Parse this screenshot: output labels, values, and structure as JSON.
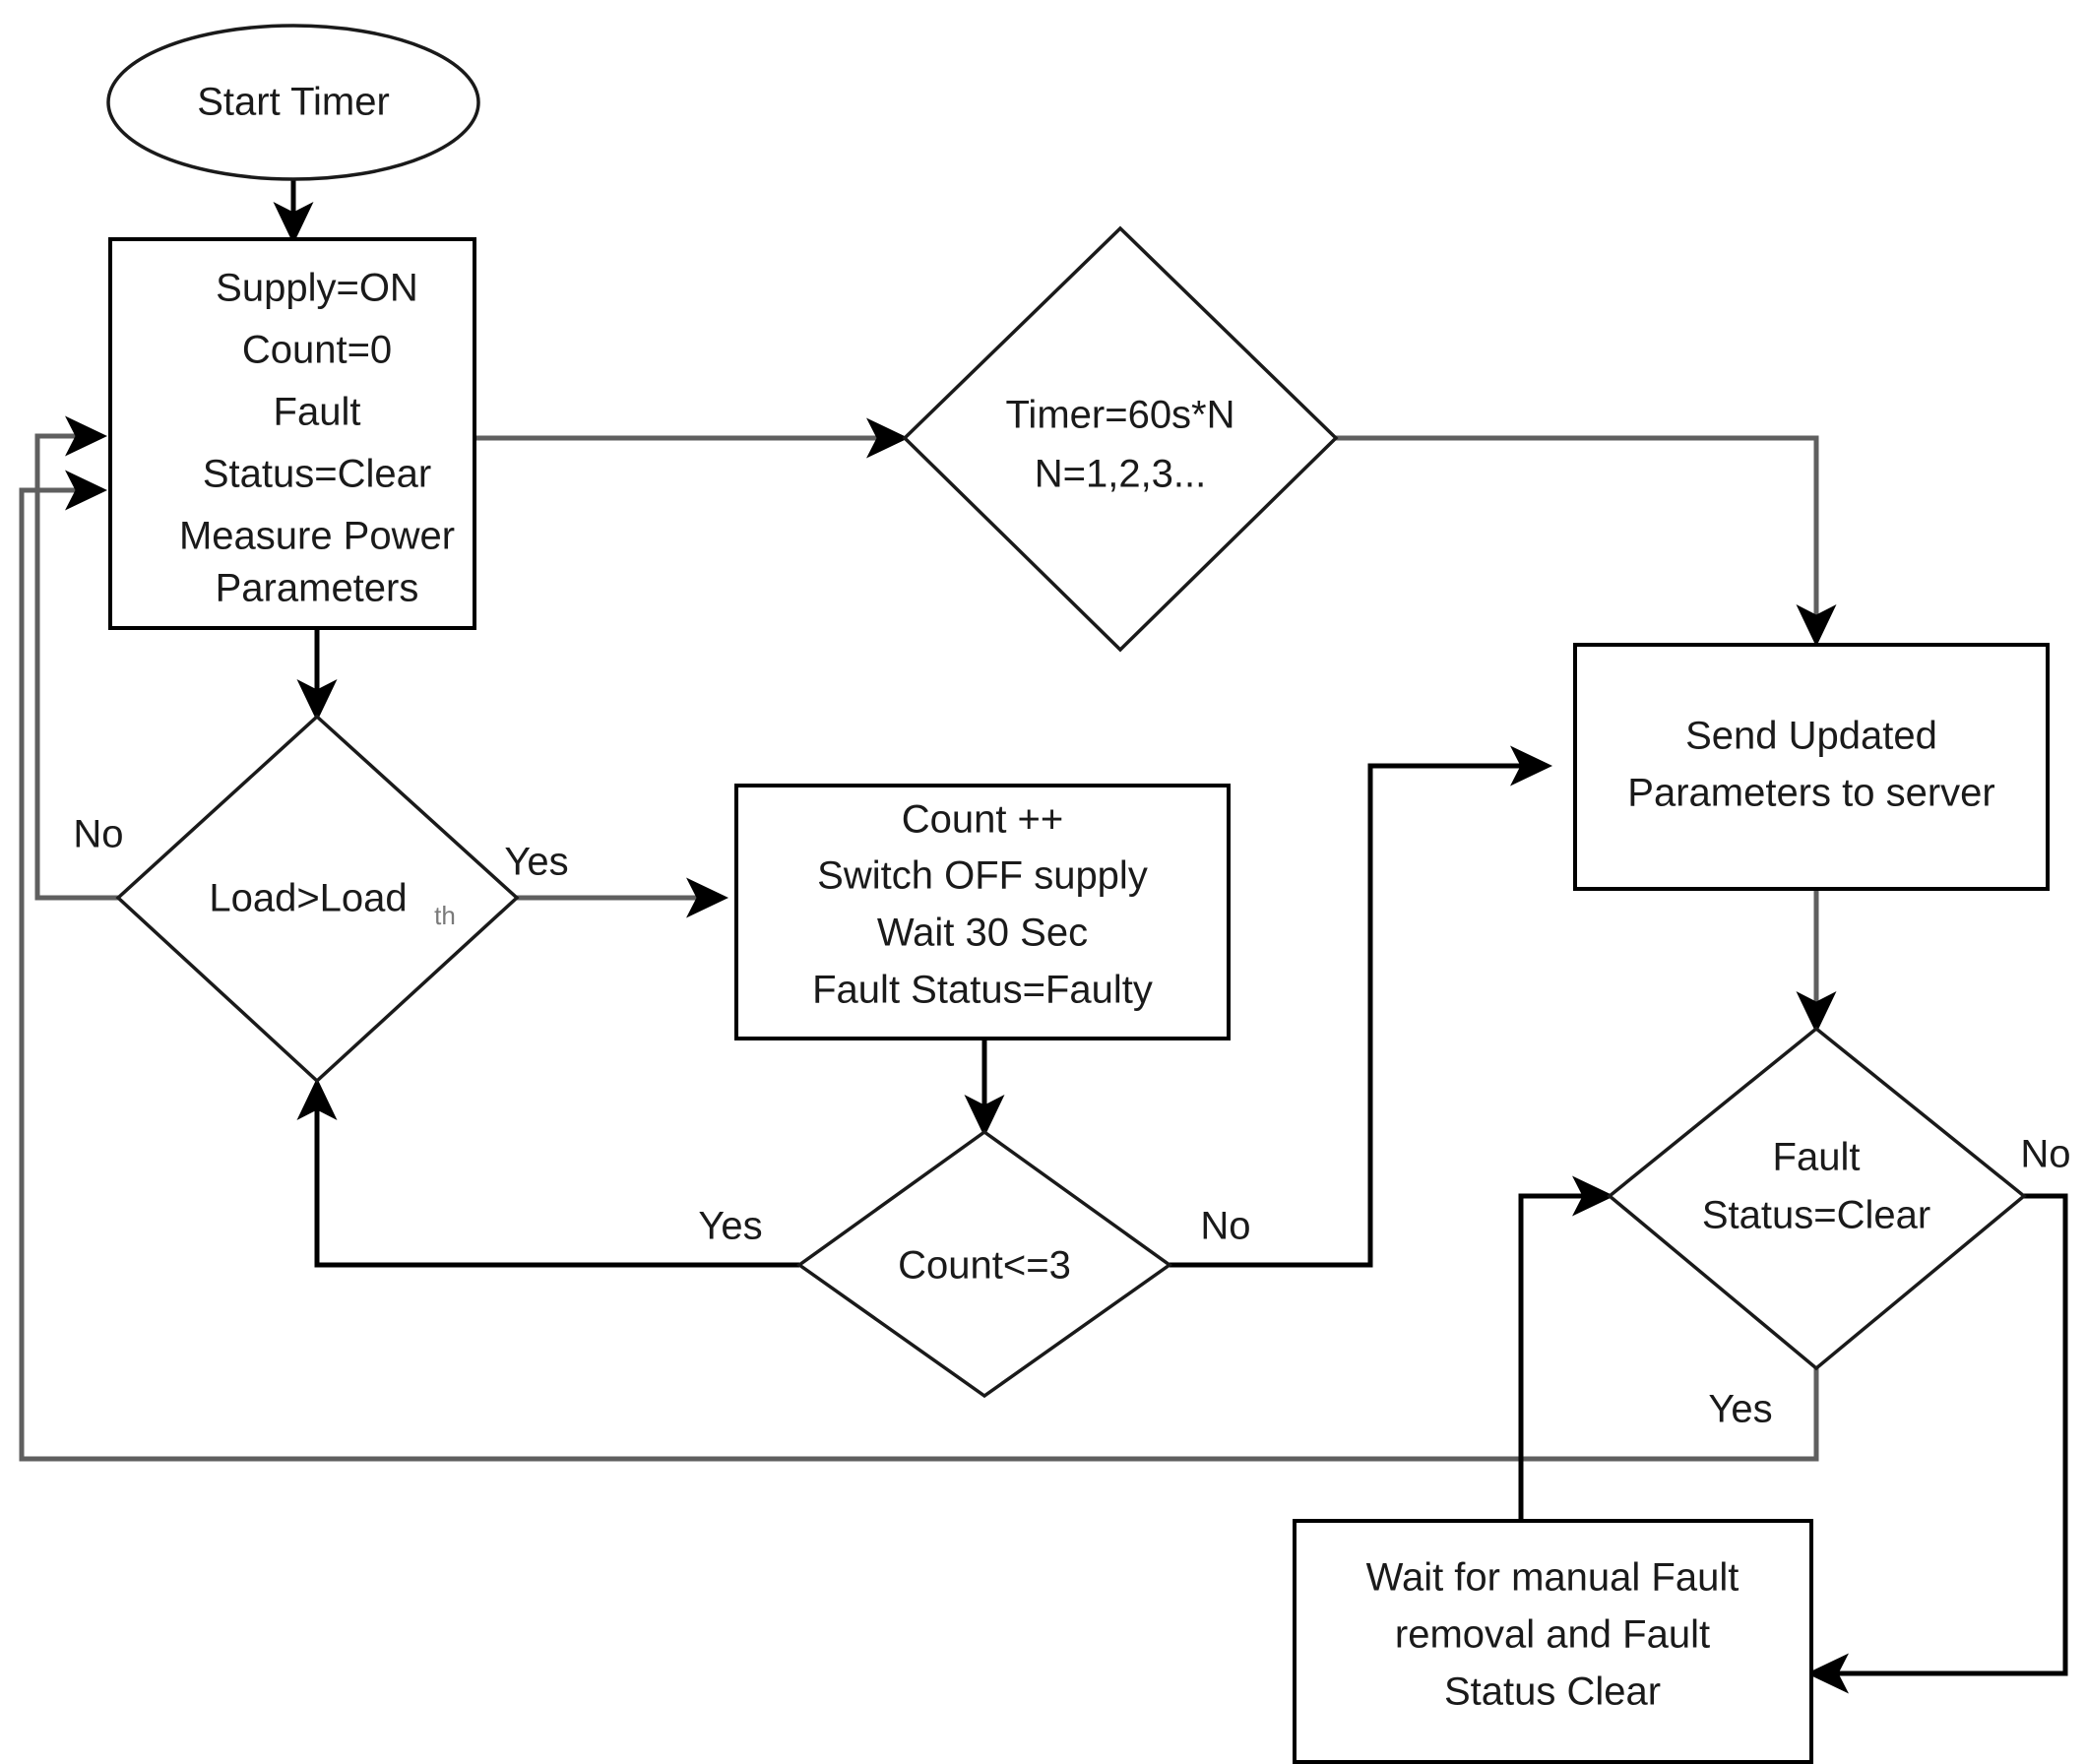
{
  "diagram": {
    "type": "flowchart",
    "title": "Smart energy meter fault-detection control flow",
    "background_color": "#ffffff",
    "line_color": "#000000",
    "text_color": "#1a1a1a"
  },
  "nodes": {
    "start": {
      "shape": "ellipse",
      "label": "Start Timer"
    },
    "init": {
      "shape": "process",
      "lines": [
        "Supply=ON",
        "Count=0",
        "Fault",
        "Status=Clear",
        "Measure Power",
        "Parameters"
      ]
    },
    "timer": {
      "shape": "decision",
      "lines": [
        "Timer=60s*N",
        "N=1,2,3..."
      ]
    },
    "load_check": {
      "shape": "decision",
      "label": "Load>Load",
      "subscript": "th"
    },
    "fault_action": {
      "shape": "process",
      "lines": [
        "Count ++",
        "Switch OFF supply",
        "Wait 30 Sec",
        "Fault Status=Faulty"
      ]
    },
    "count_check": {
      "shape": "decision",
      "label": "Count<=3"
    },
    "send_server": {
      "shape": "process",
      "lines": [
        "Send Updated",
        "Parameters to server"
      ]
    },
    "fault_status_check": {
      "shape": "decision",
      "lines": [
        "Fault",
        "Status=Clear"
      ]
    },
    "manual_wait": {
      "shape": "process",
      "lines": [
        "Wait for manual Fault",
        "removal and Fault",
        "Status Clear"
      ]
    }
  },
  "edge_labels": {
    "load_no": "No",
    "load_yes": "Yes",
    "count_yes": "Yes",
    "count_no": "No",
    "fault_no": "No",
    "fault_yes": "Yes"
  }
}
